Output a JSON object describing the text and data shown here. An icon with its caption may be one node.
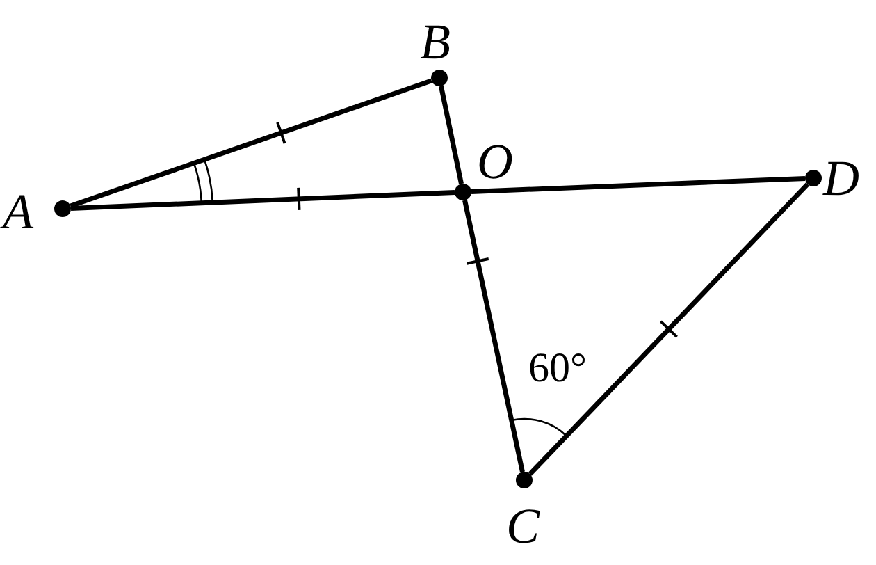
{
  "diagram": {
    "nodes": [
      {
        "text": [
          "A"
        ]
      },
      {
        "text": [
          "B"
        ]
      },
      {
        "text": [
          "O"
        ]
      },
      {
        "text": [
          "D"
        ]
      },
      {
        "text": [
          "C"
        ]
      }
    ],
    "edges": [
      {
        "from": 0,
        "to": 1,
        "arrow": "none"
      },
      {
        "from": 0,
        "to": 2,
        "arrow": "none"
      },
      {
        "from": 2,
        "to": 3,
        "arrow": "none"
      },
      {
        "from": 1,
        "to": 2,
        "arrow": "none"
      },
      {
        "from": 2,
        "to": 4,
        "arrow": "none"
      },
      {
        "from": 4,
        "to": 3,
        "arrow": "none"
      }
    ],
    "labels": [
      "60°"
    ]
  }
}
